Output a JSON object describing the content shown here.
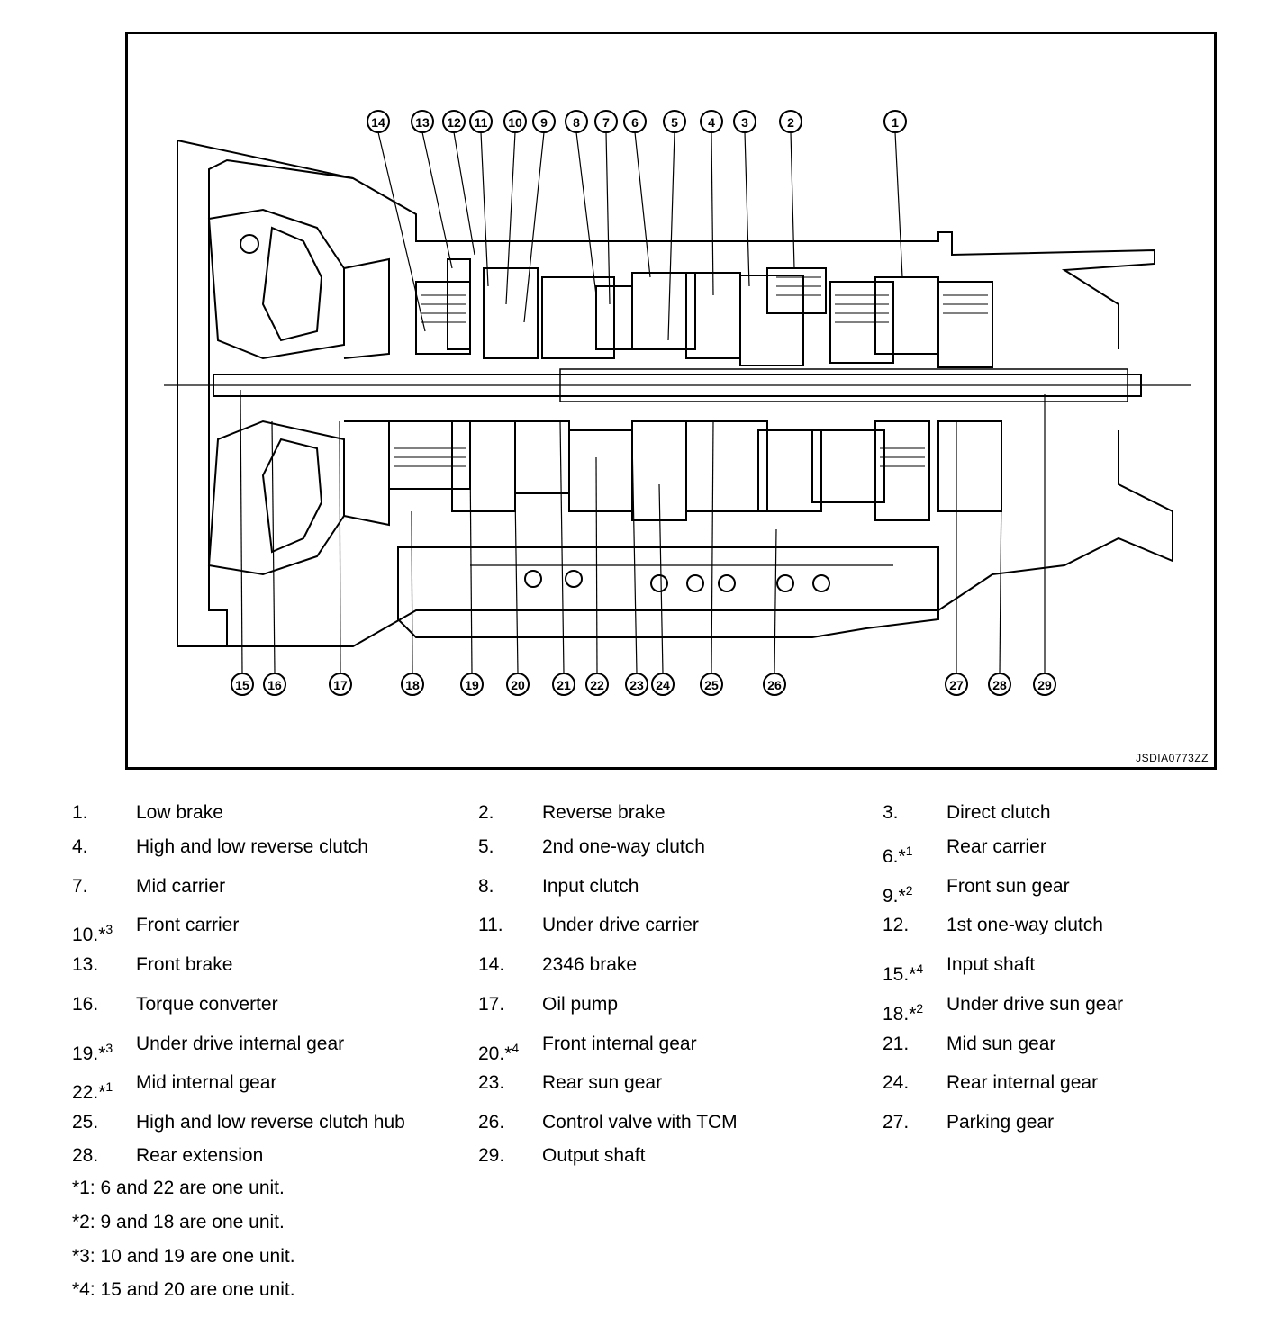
{
  "figure": {
    "code": "JSDIA0773ZZ",
    "top_callouts": [
      "14",
      "13",
      "12",
      "11",
      "10",
      "9",
      "8",
      "7",
      "6",
      "5",
      "4",
      "3",
      "2",
      "1"
    ],
    "bottom_callouts": [
      "15",
      "16",
      "17",
      "18",
      "19",
      "20",
      "21",
      "22",
      "23",
      "24",
      "25",
      "26",
      "27",
      "28",
      "29"
    ]
  },
  "legend": {
    "items": [
      {
        "num": "1.",
        "sup": "",
        "name": "Low brake"
      },
      {
        "num": "2.",
        "sup": "",
        "name": "Reverse brake"
      },
      {
        "num": "3.",
        "sup": "",
        "name": "Direct clutch"
      },
      {
        "num": "4.",
        "sup": "",
        "name": "High and low reverse clutch"
      },
      {
        "num": "5.",
        "sup": "",
        "name": "2nd one-way clutch"
      },
      {
        "num": "6.*",
        "sup": "1",
        "name": "Rear carrier"
      },
      {
        "num": "7.",
        "sup": "",
        "name": "Mid carrier"
      },
      {
        "num": "8.",
        "sup": "",
        "name": "Input clutch"
      },
      {
        "num": "9.*",
        "sup": "2",
        "name": "Front sun gear"
      },
      {
        "num": "10.*",
        "sup": "3",
        "name": "Front carrier"
      },
      {
        "num": "11.",
        "sup": "",
        "name": "Under drive carrier"
      },
      {
        "num": "12.",
        "sup": "",
        "name": "1st one-way clutch"
      },
      {
        "num": "13.",
        "sup": "",
        "name": "Front brake"
      },
      {
        "num": "14.",
        "sup": "",
        "name": "2346 brake"
      },
      {
        "num": "15.*",
        "sup": "4",
        "name": "Input shaft"
      },
      {
        "num": "16.",
        "sup": "",
        "name": "Torque converter"
      },
      {
        "num": "17.",
        "sup": "",
        "name": "Oil pump"
      },
      {
        "num": "18.*",
        "sup": "2",
        "name": "Under drive sun gear"
      },
      {
        "num": "19.*",
        "sup": "3",
        "name": "Under drive internal gear"
      },
      {
        "num": "20.*",
        "sup": "4",
        "name": "Front internal gear"
      },
      {
        "num": "21.",
        "sup": "",
        "name": "Mid sun gear"
      },
      {
        "num": "22.*",
        "sup": "1",
        "name": "Mid internal gear"
      },
      {
        "num": "23.",
        "sup": "",
        "name": "Rear sun gear"
      },
      {
        "num": "24.",
        "sup": "",
        "name": "Rear internal gear"
      },
      {
        "num": "25.",
        "sup": "",
        "name": "High and low reverse clutch hub"
      },
      {
        "num": "26.",
        "sup": "",
        "name": "Control valve with TCM"
      },
      {
        "num": "27.",
        "sup": "",
        "name": "Parking gear"
      },
      {
        "num": "28.",
        "sup": "",
        "name": "Rear extension"
      },
      {
        "num": "29.",
        "sup": "",
        "name": "Output shaft"
      }
    ],
    "notes": [
      "*1: 6 and 22 are one unit.",
      "*2: 9 and 18 are one unit.",
      "*3: 10 and 19 are one unit.",
      "*4: 15 and 20 are one unit."
    ]
  }
}
